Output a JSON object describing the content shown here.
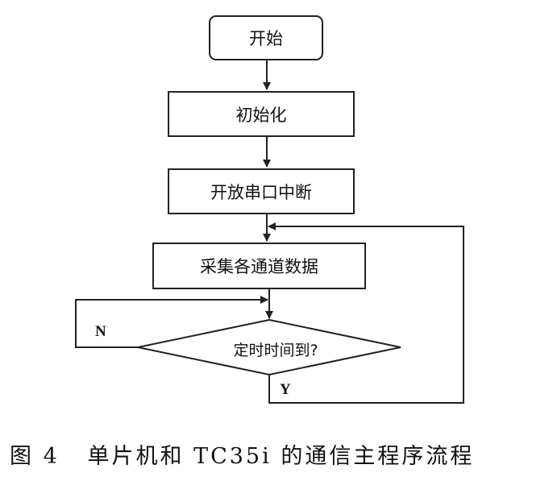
{
  "flowchart": {
    "start_label": "开始",
    "init_label": "初始化",
    "serial_label": "开放串口中断",
    "collect_label": "采集各通道数据",
    "decision_label": "定时时间到?",
    "no_label": "N",
    "yes_label": "Y"
  },
  "caption": {
    "text": "图 4   单片机和 TC35i 的通信主程序流程"
  },
  "colors": {
    "line": "#222222",
    "background": "#ffffff"
  }
}
